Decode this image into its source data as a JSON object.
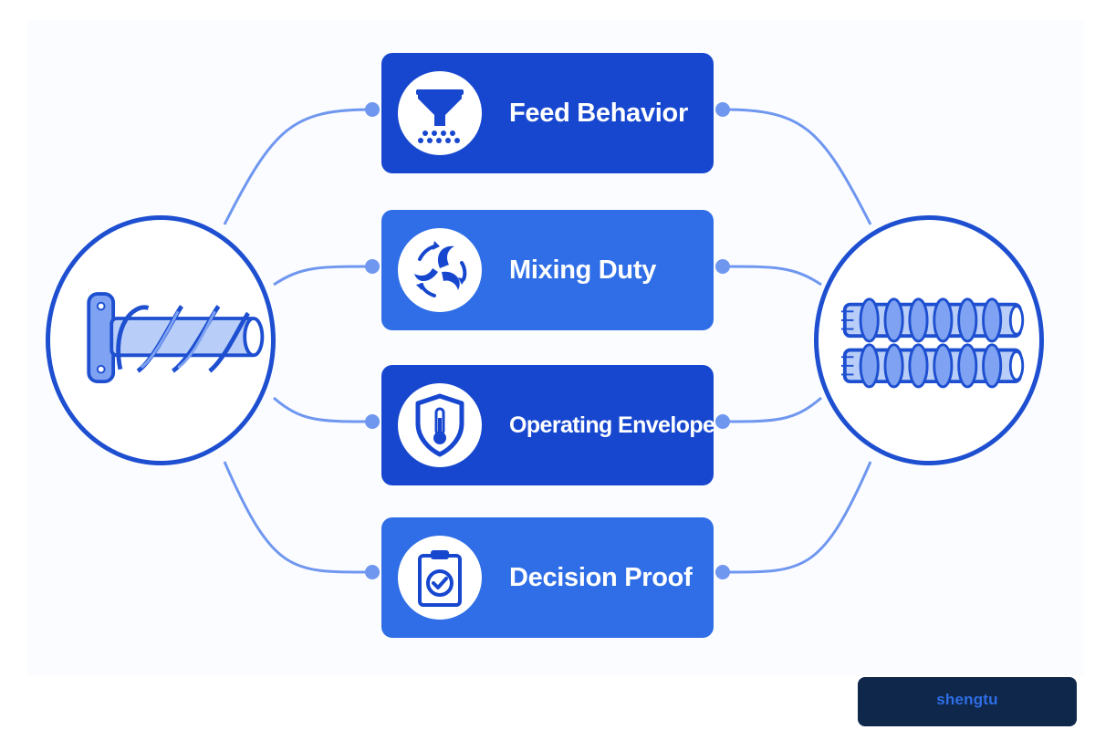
{
  "cards": [
    {
      "label": "Feed Behavior",
      "icon": "funnel-icon",
      "shade": "dark"
    },
    {
      "label": "Mixing Duty",
      "icon": "swirl-arrows-icon",
      "shade": "light"
    },
    {
      "label": "Operating Envelope",
      "icon": "shield-thermometer-icon",
      "shade": "dark"
    },
    {
      "label": "Decision Proof",
      "icon": "clipboard-check-icon",
      "shade": "light"
    }
  ],
  "left_node": {
    "icon": "single-screw-icon"
  },
  "right_node": {
    "icon": "twin-screw-icon"
  },
  "brand": {
    "text": "shengtu"
  },
  "colors": {
    "card_dark": "#1747cf",
    "card_light": "#2f6ee6",
    "connector": "#6f97f0",
    "circle_border": "#1d4fd0",
    "brand_bg": "#0f274a",
    "brand_text": "#2f6ee6"
  }
}
